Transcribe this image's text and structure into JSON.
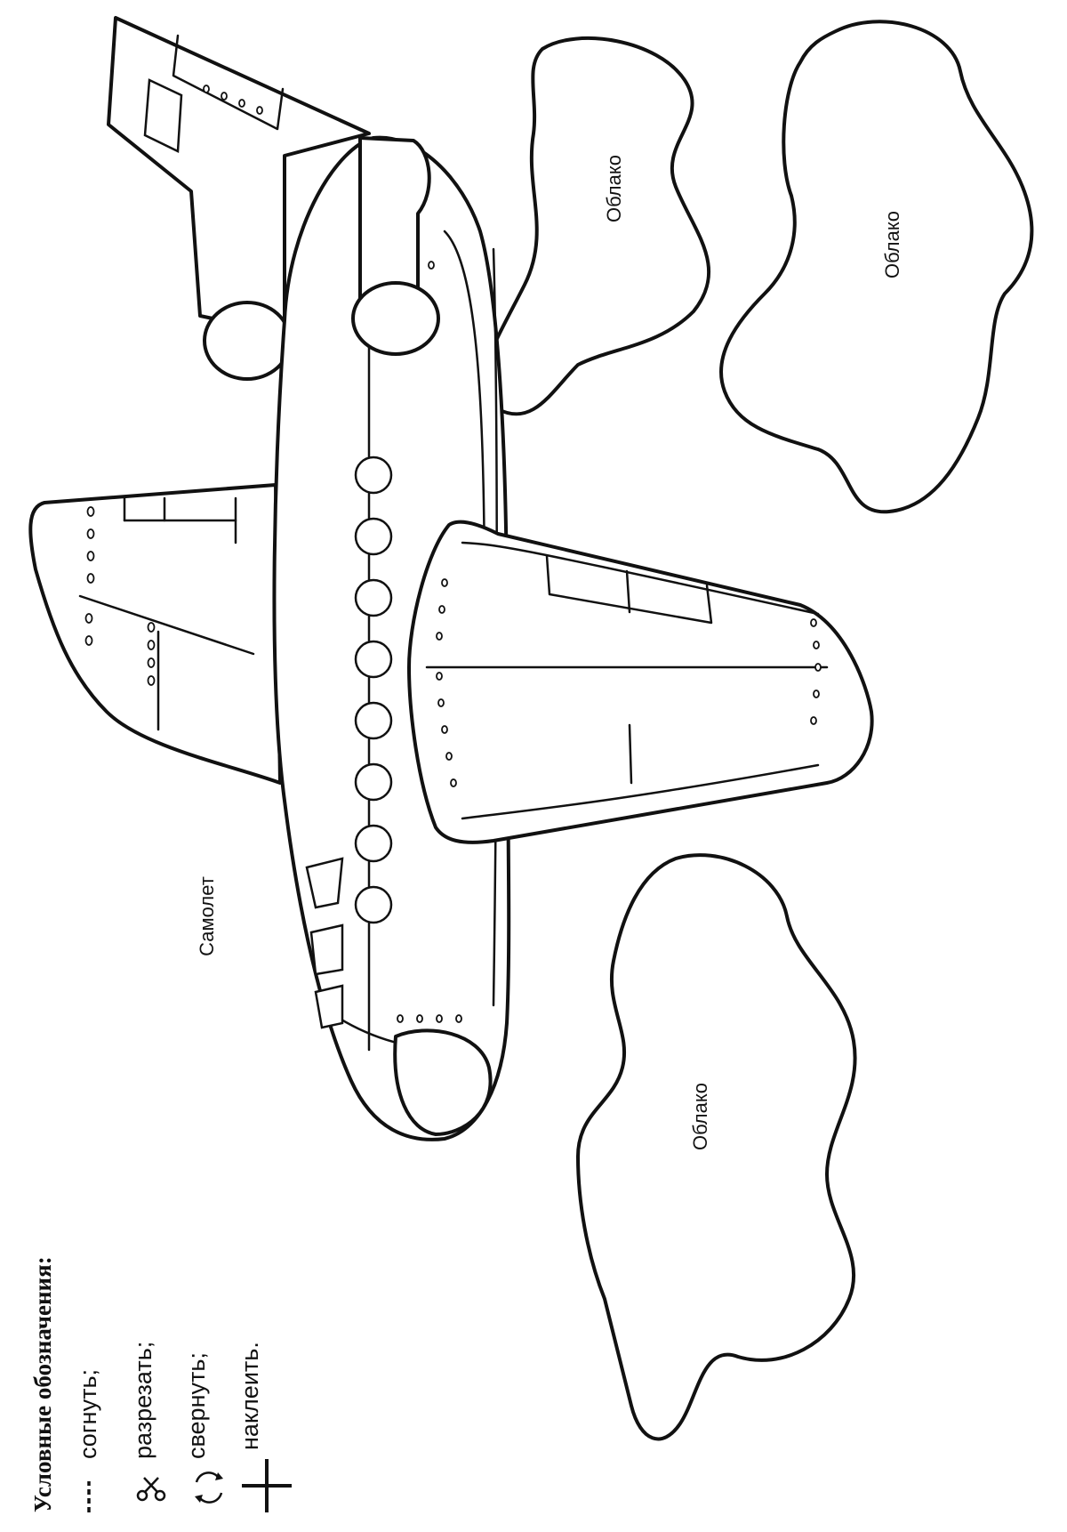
{
  "plane": {
    "label": "Самолет"
  },
  "clouds": [
    {
      "label": "Облако"
    },
    {
      "label": "Облако"
    },
    {
      "label": "Облако"
    }
  ],
  "legend": {
    "title": "Условные обозначения:",
    "items": [
      {
        "icon": "dashed-line-icon",
        "text": "согнуть;"
      },
      {
        "icon": "scissors-icon",
        "text": "разрезать;"
      },
      {
        "icon": "roll-arrows-icon",
        "text": "свернуть;"
      },
      {
        "icon": "plus-icon",
        "text": "наклеить."
      }
    ]
  },
  "colors": {
    "ink": "#111111",
    "paper": "#ffffff"
  }
}
